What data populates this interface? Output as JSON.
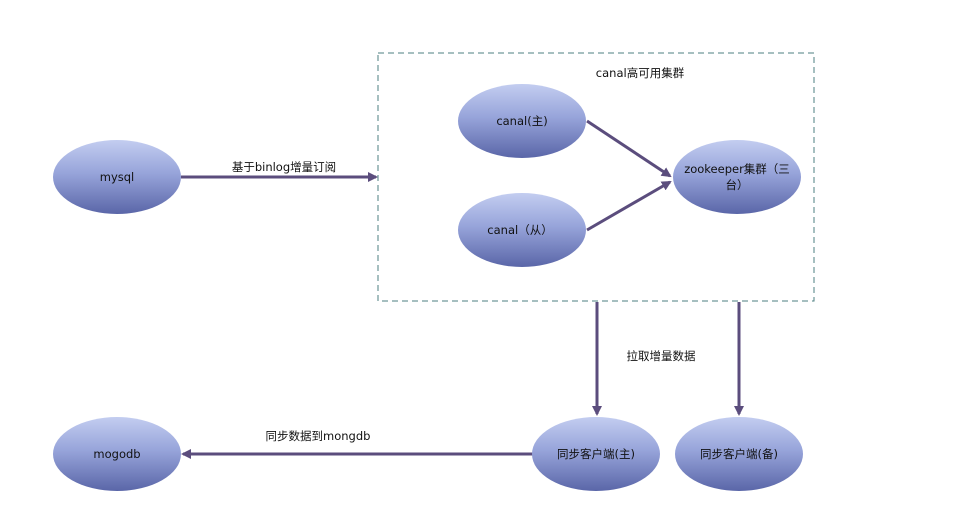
{
  "group": {
    "title": "canal高可用集群"
  },
  "nodes": {
    "mysql": "mysql",
    "canal_master": "canal(主)",
    "canal_slave": "canal（从）",
    "zookeeper_line1": "zookeeper集群（三",
    "zookeeper_line2": "台）",
    "mogodb": "mogodb",
    "sync_client_master": "同步客户端(主)",
    "sync_client_backup": "同步客户端(备)"
  },
  "edges": {
    "binlog_subscribe": "基于binlog增量订阅",
    "pull_incremental": "拉取增量数据",
    "sync_to_mongodb": "同步数据到mongdb"
  },
  "colors": {
    "ellipse_light": "#a9b6e3",
    "ellipse_dark": "#5a66a8",
    "arrow": "#5b4d7d",
    "group_border": "#4d7f80"
  }
}
